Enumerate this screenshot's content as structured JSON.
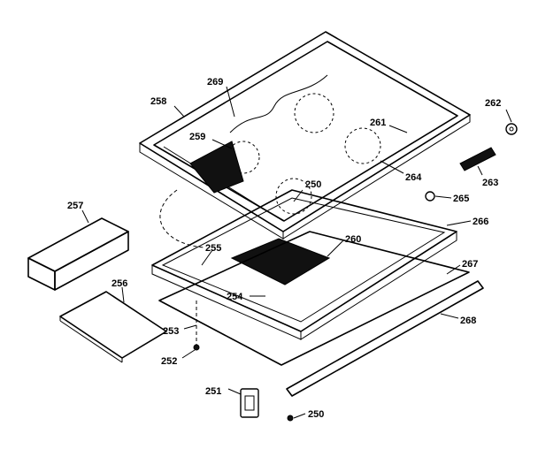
{
  "callouts": {
    "c250a": "250",
    "c250b": "250",
    "c251": "251",
    "c252": "252",
    "c253": "253",
    "c254": "254",
    "c255": "255",
    "c256": "256",
    "c257": "257",
    "c258": "258",
    "c259": "259",
    "c260": "260",
    "c261": "261",
    "c262": "262",
    "c263": "263",
    "c264": "264",
    "c265": "265",
    "c266": "266",
    "c267": "267",
    "c268": "268",
    "c269": "269"
  }
}
